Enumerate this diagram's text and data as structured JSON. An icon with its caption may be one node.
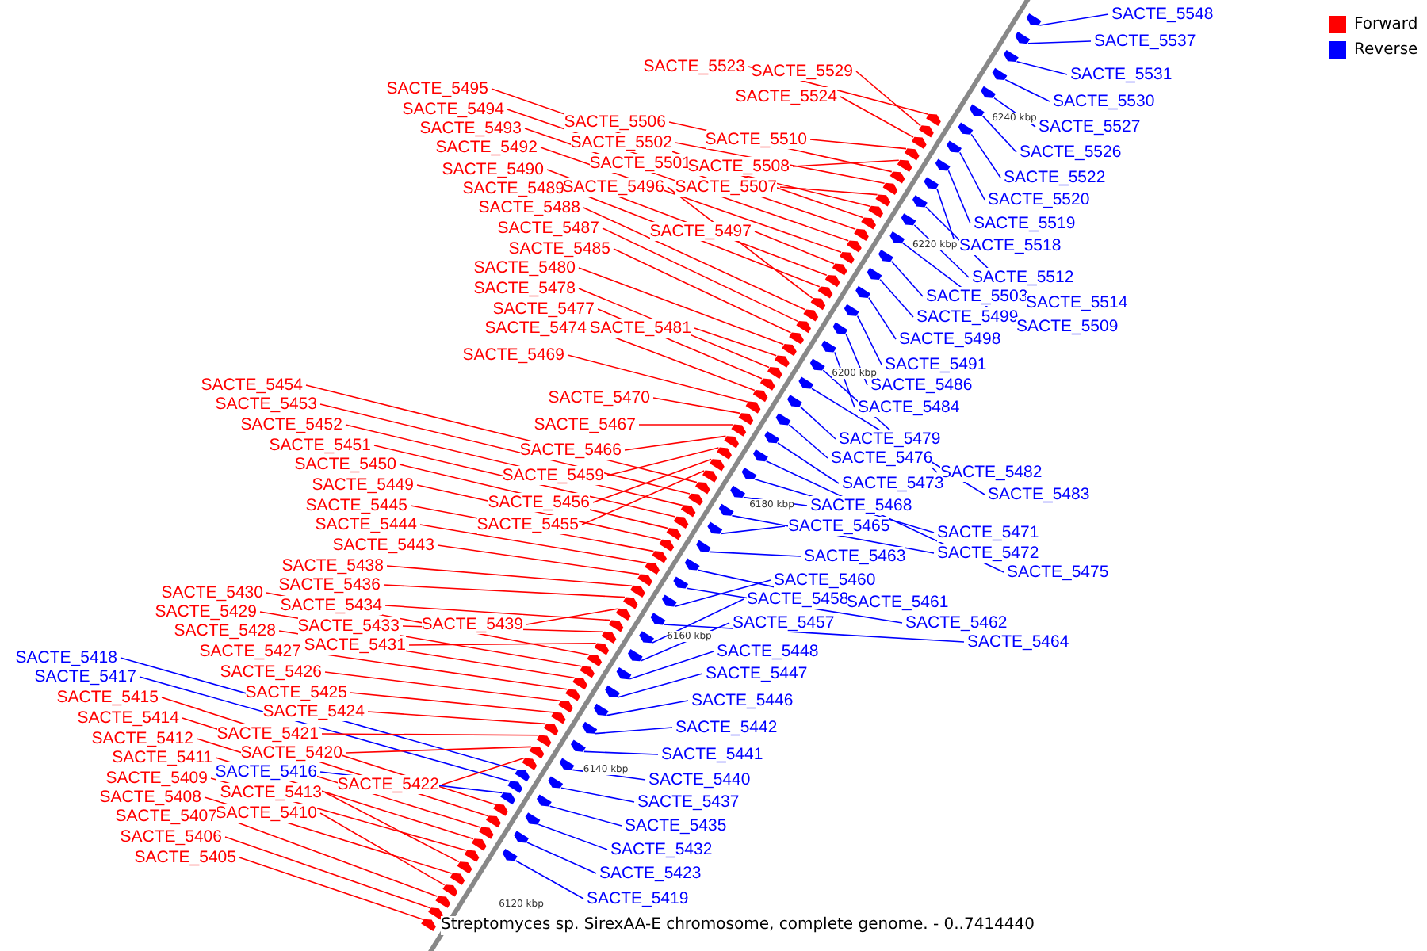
{
  "diagram": {
    "caption": "Streptomyces sp. SirexAA-E chromosome, complete genome. - 0..7414440",
    "nodes": [
      {
        "text": [
          "SACTE_5548"
        ]
      },
      {
        "text": [
          "SACTE_5537"
        ]
      },
      {
        "text": [
          "SACTE_5523"
        ]
      },
      {
        "text": [
          "SACTE_5529"
        ]
      },
      {
        "text": [
          "SACTE_5531"
        ]
      },
      {
        "text": [
          "SACTE_5495"
        ]
      },
      {
        "text": [
          "SACTE_5524"
        ]
      },
      {
        "text": [
          "SACTE_5530"
        ]
      },
      {
        "text": [
          "SACTE_5494"
        ]
      },
      {
        "text": [
          "SACTE_5506"
        ]
      },
      {
        "text": [
          "SACTE_5493"
        ]
      },
      {
        "text": [
          "SACTE_5527"
        ]
      },
      {
        "text": [
          "SACTE_5510"
        ]
      },
      {
        "text": [
          "SACTE_5502"
        ]
      },
      {
        "text": [
          "SACTE_5492"
        ]
      },
      {
        "text": [
          "SACTE_5526"
        ]
      },
      {
        "text": [
          "SACTE_5501"
        ]
      },
      {
        "text": [
          "SACTE_5508"
        ]
      },
      {
        "text": [
          "SACTE_5490"
        ]
      },
      {
        "text": [
          "SACTE_5522"
        ]
      },
      {
        "text": [
          "SACTE_5496"
        ]
      },
      {
        "text": [
          "SACTE_5507"
        ]
      },
      {
        "text": [
          "SACTE_5489"
        ]
      },
      {
        "text": [
          "SACTE_5520"
        ]
      },
      {
        "text": [
          "SACTE_5488"
        ]
      },
      {
        "text": [
          "SACTE_5519"
        ]
      },
      {
        "text": [
          "SACTE_5487"
        ]
      },
      {
        "text": [
          "SACTE_5497"
        ]
      },
      {
        "text": [
          "SACTE_5518"
        ]
      },
      {
        "text": [
          "SACTE_5485"
        ]
      },
      {
        "text": [
          "SACTE_5480"
        ]
      },
      {
        "text": [
          "SACTE_5512"
        ]
      },
      {
        "text": [
          "SACTE_5478"
        ]
      },
      {
        "text": [
          "SACTE_5503"
        ]
      },
      {
        "text": [
          "SACTE_5514"
        ]
      },
      {
        "text": [
          "SACTE_5477"
        ]
      },
      {
        "text": [
          "SACTE_5499"
        ]
      },
      {
        "text": [
          "SACTE_5509"
        ]
      },
      {
        "text": [
          "SACTE_5474"
        ]
      },
      {
        "text": [
          "SACTE_5481"
        ]
      },
      {
        "text": [
          "SACTE_5498"
        ]
      },
      {
        "text": [
          "SACTE_5469"
        ]
      },
      {
        "text": [
          "SACTE_5491"
        ]
      },
      {
        "text": [
          "SACTE_5454"
        ]
      },
      {
        "text": [
          "SACTE_5486"
        ]
      },
      {
        "text": [
          "SACTE_5470"
        ]
      },
      {
        "text": [
          "SACTE_5453"
        ]
      },
      {
        "text": [
          "SACTE_5484"
        ]
      },
      {
        "text": [
          "SACTE_5452"
        ]
      },
      {
        "text": [
          "SACTE_5467"
        ]
      },
      {
        "text": [
          "SACTE_5479"
        ]
      },
      {
        "text": [
          "SACTE_5451"
        ]
      },
      {
        "text": [
          "SACTE_5466"
        ]
      },
      {
        "text": [
          "SACTE_5476"
        ]
      },
      {
        "text": [
          "SACTE_5450"
        ]
      },
      {
        "text": [
          "SACTE_5482"
        ]
      },
      {
        "text": [
          "SACTE_5459"
        ]
      },
      {
        "text": [
          "SACTE_5473"
        ]
      },
      {
        "text": [
          "SACTE_5449"
        ]
      },
      {
        "text": [
          "SACTE_5483"
        ]
      },
      {
        "text": [
          "SACTE_5456"
        ]
      },
      {
        "text": [
          "SACTE_5445"
        ]
      },
      {
        "text": [
          "SACTE_5468"
        ]
      },
      {
        "text": [
          "SACTE_5444"
        ]
      },
      {
        "text": [
          "SACTE_5455"
        ]
      },
      {
        "text": [
          "SACTE_5465"
        ]
      },
      {
        "text": [
          "SACTE_5471"
        ]
      },
      {
        "text": [
          "SACTE_5443"
        ]
      },
      {
        "text": [
          "SACTE_5472"
        ]
      },
      {
        "text": [
          "SACTE_5463"
        ]
      },
      {
        "text": [
          "SACTE_5438"
        ]
      },
      {
        "text": [
          "SACTE_5475"
        ]
      },
      {
        "text": [
          "SACTE_5460"
        ]
      },
      {
        "text": [
          "SACTE_5436"
        ]
      },
      {
        "text": [
          "SACTE_5430"
        ]
      },
      {
        "text": [
          "SACTE_5458"
        ]
      },
      {
        "text": [
          "SACTE_5461"
        ]
      },
      {
        "text": [
          "SACTE_5434"
        ]
      },
      {
        "text": [
          "SACTE_5429"
        ]
      },
      {
        "text": [
          "SACTE_5457"
        ]
      },
      {
        "text": [
          "SACTE_5439"
        ]
      },
      {
        "text": [
          "SACTE_5462"
        ]
      },
      {
        "text": [
          "SACTE_5433"
        ]
      },
      {
        "text": [
          "SACTE_5428"
        ]
      },
      {
        "text": [
          "SACTE_5464"
        ]
      },
      {
        "text": [
          "SACTE_5431"
        ]
      },
      {
        "text": [
          "SACTE_5448"
        ]
      },
      {
        "text": [
          "SACTE_5427"
        ]
      },
      {
        "text": [
          "SACTE_5418"
        ]
      },
      {
        "text": [
          "SACTE_5447"
        ]
      },
      {
        "text": [
          "SACTE_5426"
        ]
      },
      {
        "text": [
          "SACTE_5417"
        ]
      },
      {
        "text": [
          "SACTE_5425"
        ]
      },
      {
        "text": [
          "SACTE_5415"
        ]
      },
      {
        "text": [
          "SACTE_5446"
        ]
      },
      {
        "text": [
          "SACTE_5424"
        ]
      },
      {
        "text": [
          "SACTE_5414"
        ]
      },
      {
        "text": [
          "SACTE_5442"
        ]
      },
      {
        "text": [
          "SACTE_5421"
        ]
      },
      {
        "text": [
          "SACTE_5412"
        ]
      },
      {
        "text": [
          "SACTE_5420"
        ]
      },
      {
        "text": [
          "SACTE_5441"
        ]
      },
      {
        "text": [
          "SACTE_5411"
        ]
      },
      {
        "text": [
          "SACTE_5416"
        ]
      },
      {
        "text": [
          "SACTE_5409"
        ]
      },
      {
        "text": [
          "SACTE_5440"
        ]
      },
      {
        "text": [
          "SACTE_5422"
        ]
      },
      {
        "text": [
          "SACTE_5413"
        ]
      },
      {
        "text": [
          "SACTE_5408"
        ]
      },
      {
        "text": [
          "SACTE_5437"
        ]
      },
      {
        "text": [
          "SACTE_5410"
        ]
      },
      {
        "text": [
          "SACTE_5407"
        ]
      },
      {
        "text": [
          "SACTE_5435"
        ]
      },
      {
        "text": [
          "SACTE_5406"
        ]
      },
      {
        "text": [
          "SACTE_5432"
        ]
      },
      {
        "text": [
          "SACTE_5405"
        ]
      },
      {
        "text": [
          "SACTE_5423"
        ]
      },
      {
        "text": [
          "SACTE_5419"
        ]
      },
      {
        "text": [],
        "shape": "arrow"
      },
      {
        "text": [],
        "shape": "arrow"
      },
      {
        "text": [],
        "shape": "arrow"
      },
      {
        "text": [],
        "shape": "arrow"
      },
      {
        "text": [],
        "shape": "arrow"
      },
      {
        "text": [],
        "shape": "arrow"
      },
      {
        "text": [],
        "shape": "arrow"
      },
      {
        "text": [],
        "shape": "arrow"
      },
      {
        "text": [],
        "shape": "arrow"
      },
      {
        "text": [],
        "shape": "arrow"
      },
      {
        "text": [],
        "shape": "arrow"
      },
      {
        "text": [],
        "shape": "arrow"
      },
      {
        "text": [],
        "shape": "arrow"
      },
      {
        "text": [],
        "shape": "arrow"
      },
      {
        "text": [],
        "shape": "arrow"
      },
      {
        "text": [],
        "shape": "arrow"
      },
      {
        "text": [],
        "shape": "arrow"
      },
      {
        "text": [],
        "shape": "arrow"
      },
      {
        "text": [],
        "shape": "arrow"
      },
      {
        "text": [],
        "shape": "arrow"
      },
      {
        "text": [],
        "shape": "arrow"
      },
      {
        "text": [],
        "shape": "arrow"
      },
      {
        "text": [],
        "shape": "arrow"
      },
      {
        "text": [],
        "shape": "arrow"
      },
      {
        "text": [],
        "shape": "arrow"
      },
      {
        "text": [],
        "shape": "arrow"
      },
      {
        "text": [],
        "shape": "arrow"
      },
      {
        "text": [],
        "shape": "arrow"
      },
      {
        "text": [],
        "shape": "arrow"
      },
      {
        "text": [],
        "shape": "arrow"
      },
      {
        "text": [],
        "shape": "arrow"
      },
      {
        "text": [],
        "shape": "arrow"
      },
      {
        "text": [],
        "shape": "arrow"
      },
      {
        "text": [],
        "shape": "arrow"
      },
      {
        "text": [],
        "shape": "arrow"
      },
      {
        "text": [],
        "shape": "arrow"
      },
      {
        "text": [],
        "shape": "arrow"
      },
      {
        "text": [],
        "shape": "arrow"
      },
      {
        "text": [],
        "shape": "arrow"
      },
      {
        "text": [],
        "shape": "arrow"
      },
      {
        "text": [],
        "shape": "arrow"
      },
      {
        "text": [],
        "shape": "arrow"
      },
      {
        "text": [],
        "shape": "arrow"
      },
      {
        "text": [],
        "shape": "arrow"
      },
      {
        "text": [],
        "shape": "arrow"
      },
      {
        "text": [],
        "shape": "arrow"
      },
      {
        "text": [],
        "shape": "arrow"
      },
      {
        "text": [],
        "shape": "arrow"
      },
      {
        "text": [],
        "shape": "arrow"
      },
      {
        "text": [],
        "shape": "arrow"
      },
      {
        "text": [],
        "shape": "arrow"
      },
      {
        "text": [],
        "shape": "arrow"
      },
      {
        "text": [],
        "shape": "arrow"
      },
      {
        "text": [],
        "shape": "arrow"
      },
      {
        "text": [],
        "shape": "arrow"
      },
      {
        "text": [],
        "shape": "arrow"
      },
      {
        "text": [],
        "shape": "arrow"
      },
      {
        "text": [],
        "shape": "arrow"
      },
      {
        "text": [],
        "shape": "arrow"
      },
      {
        "text": [],
        "shape": "arrow"
      },
      {
        "text": [],
        "shape": "arrow"
      },
      {
        "text": [],
        "shape": "arrow"
      },
      {
        "text": [],
        "shape": "arrow"
      },
      {
        "text": [],
        "shape": "arrow"
      },
      {
        "text": [],
        "shape": "arrow"
      },
      {
        "text": [],
        "shape": "arrow"
      },
      {
        "text": [],
        "shape": "arrow"
      },
      {
        "text": [],
        "shape": "arrow"
      },
      {
        "text": [],
        "shape": "arrow"
      },
      {
        "text": [],
        "shape": "arrow"
      },
      {
        "text": [],
        "shape": "arrow"
      },
      {
        "text": [],
        "shape": "arrow"
      },
      {
        "text": [],
        "shape": "arrow"
      },
      {
        "text": [],
        "shape": "arrow"
      },
      {
        "text": [],
        "shape": "arrow"
      },
      {
        "text": [],
        "shape": "arrow"
      },
      {
        "text": [],
        "shape": "arrow"
      },
      {
        "text": [],
        "shape": "arrow"
      },
      {
        "text": [],
        "shape": "arrow"
      },
      {
        "text": [],
        "shape": "arrow"
      },
      {
        "text": [],
        "shape": "arrow"
      },
      {
        "text": [],
        "shape": "arrow"
      },
      {
        "text": [],
        "shape": "arrow"
      },
      {
        "text": [],
        "shape": "arrow"
      },
      {
        "text": [],
        "shape": "arrow"
      },
      {
        "text": [],
        "shape": "arrow"
      },
      {
        "text": [],
        "shape": "arrow"
      },
      {
        "text": [],
        "shape": "arrow"
      },
      {
        "text": [],
        "shape": "arrow"
      },
      {
        "text": [],
        "shape": "arrow"
      },
      {
        "text": [],
        "shape": "arrow"
      },
      {
        "text": [],
        "shape": "arrow"
      },
      {
        "text": [],
        "shape": "arrow"
      },
      {
        "text": [],
        "shape": "arrow"
      },
      {
        "text": [],
        "shape": "arrow"
      },
      {
        "text": [],
        "shape": "arrow"
      },
      {
        "text": [],
        "shape": "arrow"
      },
      {
        "text": [],
        "shape": "arrow"
      },
      {
        "text": [],
        "shape": "arrow"
      },
      {
        "text": [],
        "shape": "arrow"
      },
      {
        "text": [],
        "shape": "arrow"
      },
      {
        "text": [],
        "shape": "arrow"
      },
      {
        "text": [],
        "shape": "arrow"
      },
      {
        "text": [],
        "shape": "arrow"
      },
      {
        "text": [],
        "shape": "arrow"
      },
      {
        "text": [],
        "shape": "arrow"
      },
      {
        "text": [],
        "shape": "arrow"
      },
      {
        "text": [],
        "shape": "arrow"
      },
      {
        "text": [],
        "shape": "arrow"
      },
      {
        "text": [],
        "shape": "arrow"
      },
      {
        "text": [],
        "shape": "arrow"
      },
      {
        "text": [],
        "shape": "arrow"
      },
      {
        "text": [],
        "shape": "arrow"
      },
      {
        "text": [],
        "shape": "arrow"
      },
      {
        "text": [],
        "shape": "arrow"
      },
      {
        "text": [],
        "shape": "arrow"
      },
      {
        "text": [],
        "shape": "arrow"
      },
      {
        "text": [],
        "shape": "arrow"
      }
    ],
    "edges": [
      {
        "from": 0,
        "to": 118,
        "arrow": "none",
        "color": "#0000ff"
      },
      {
        "from": 1,
        "to": 119,
        "arrow": "none",
        "color": "#0000ff"
      },
      {
        "from": 2,
        "to": 120,
        "arrow": "none"
      },
      {
        "from": 3,
        "to": 121,
        "arrow": "none"
      },
      {
        "from": 4,
        "to": 122,
        "arrow": "none",
        "color": "#0000ff"
      },
      {
        "from": 5,
        "to": 123,
        "arrow": "none"
      },
      {
        "from": 6,
        "to": 124,
        "arrow": "none"
      },
      {
        "from": 7,
        "to": 125,
        "arrow": "none",
        "color": "#0000ff"
      },
      {
        "from": 8,
        "to": 126,
        "arrow": "none"
      },
      {
        "from": 9,
        "to": 127,
        "arrow": "none"
      },
      {
        "from": 10,
        "to": 128,
        "arrow": "none"
      },
      {
        "from": 11,
        "to": 129,
        "arrow": "none",
        "color": "#0000ff"
      },
      {
        "from": 12,
        "to": 130,
        "arrow": "none"
      },
      {
        "from": 13,
        "to": 131,
        "arrow": "none"
      },
      {
        "from": 14,
        "to": 132,
        "arrow": "none"
      },
      {
        "from": 15,
        "to": 133,
        "arrow": "none",
        "color": "#0000ff"
      },
      {
        "from": 16,
        "to": 134,
        "arrow": "none"
      },
      {
        "from": 17,
        "to": 135,
        "arrow": "none"
      },
      {
        "from": 18,
        "to": 136,
        "arrow": "none"
      },
      {
        "from": 19,
        "to": 137,
        "arrow": "none",
        "color": "#0000ff"
      },
      {
        "from": 20,
        "to": 138,
        "arrow": "none"
      },
      {
        "from": 21,
        "to": 139,
        "arrow": "none"
      },
      {
        "from": 22,
        "to": 140,
        "arrow": "none"
      },
      {
        "from": 23,
        "to": 141,
        "arrow": "none",
        "color": "#0000ff"
      },
      {
        "from": 24,
        "to": 142,
        "arrow": "none"
      },
      {
        "from": 25,
        "to": 143,
        "arrow": "none",
        "color": "#0000ff"
      },
      {
        "from": 26,
        "to": 144,
        "arrow": "none"
      },
      {
        "from": 27,
        "to": 145,
        "arrow": "none"
      },
      {
        "from": 28,
        "to": 146,
        "arrow": "none",
        "color": "#0000ff"
      },
      {
        "from": 29,
        "to": 147,
        "arrow": "none"
      },
      {
        "from": 30,
        "to": 148,
        "arrow": "none"
      },
      {
        "from": 31,
        "to": 149,
        "arrow": "none",
        "color": "#0000ff"
      },
      {
        "from": 32,
        "to": 150,
        "arrow": "none"
      },
      {
        "from": 33,
        "to": 151,
        "arrow": "none",
        "color": "#0000ff"
      },
      {
        "from": 34,
        "to": 152,
        "arrow": "none",
        "color": "#0000ff"
      },
      {
        "from": 35,
        "to": 153,
        "arrow": "none"
      },
      {
        "from": 36,
        "to": 154,
        "arrow": "none",
        "color": "#0000ff"
      },
      {
        "from": 37,
        "to": 155,
        "arrow": "none",
        "color": "#0000ff"
      },
      {
        "from": 38,
        "to": 156,
        "arrow": "none"
      },
      {
        "from": 39,
        "to": 157,
        "arrow": "none"
      },
      {
        "from": 40,
        "to": 158,
        "arrow": "none",
        "color": "#0000ff"
      },
      {
        "from": 41,
        "to": 159,
        "arrow": "none"
      },
      {
        "from": 42,
        "to": 160,
        "arrow": "none",
        "color": "#0000ff"
      },
      {
        "from": 43,
        "to": 161,
        "arrow": "none"
      },
      {
        "from": 44,
        "to": 162,
        "arrow": "none",
        "color": "#0000ff"
      },
      {
        "from": 45,
        "to": 163,
        "arrow": "none"
      },
      {
        "from": 46,
        "to": 164,
        "arrow": "none"
      },
      {
        "from": 47,
        "to": 165,
        "arrow": "none",
        "color": "#0000ff"
      },
      {
        "from": 48,
        "to": 166,
        "arrow": "none"
      },
      {
        "from": 49,
        "to": 167,
        "arrow": "none"
      },
      {
        "from": 50,
        "to": 168,
        "arrow": "none",
        "color": "#0000ff"
      },
      {
        "from": 51,
        "to": 169,
        "arrow": "none"
      },
      {
        "from": 52,
        "to": 170,
        "arrow": "none"
      },
      {
        "from": 53,
        "to": 171,
        "arrow": "none",
        "color": "#0000ff"
      },
      {
        "from": 54,
        "to": 172,
        "arrow": "none"
      },
      {
        "from": 55,
        "to": 173,
        "arrow": "none",
        "color": "#0000ff"
      },
      {
        "from": 56,
        "to": 174,
        "arrow": "none"
      },
      {
        "from": 57,
        "to": 175,
        "arrow": "none",
        "color": "#0000ff"
      },
      {
        "from": 58,
        "to": 176,
        "arrow": "none"
      },
      {
        "from": 59,
        "to": 177,
        "arrow": "none",
        "color": "#0000ff"
      },
      {
        "from": 60,
        "to": 178,
        "arrow": "none"
      },
      {
        "from": 61,
        "to": 179,
        "arrow": "none"
      },
      {
        "from": 62,
        "to": 180,
        "arrow": "none",
        "color": "#0000ff"
      },
      {
        "from": 63,
        "to": 181,
        "arrow": "none"
      },
      {
        "from": 64,
        "to": 182,
        "arrow": "none"
      },
      {
        "from": 65,
        "to": 183,
        "arrow": "none",
        "color": "#0000ff"
      },
      {
        "from": 66,
        "to": 184,
        "arrow": "none",
        "color": "#0000ff"
      },
      {
        "from": 67,
        "to": 185,
        "arrow": "none"
      },
      {
        "from": 68,
        "to": 186,
        "arrow": "none",
        "color": "#0000ff"
      },
      {
        "from": 69,
        "to": 187,
        "arrow": "none",
        "color": "#0000ff"
      },
      {
        "from": 70,
        "to": 188,
        "arrow": "none"
      },
      {
        "from": 71,
        "to": 189,
        "arrow": "none",
        "color": "#0000ff"
      },
      {
        "from": 72,
        "to": 190,
        "arrow": "none",
        "color": "#0000ff"
      },
      {
        "from": 73,
        "to": 191,
        "arrow": "none"
      },
      {
        "from": 74,
        "to": 192,
        "arrow": "none"
      },
      {
        "from": 75,
        "to": 193,
        "arrow": "none",
        "color": "#0000ff"
      },
      {
        "from": 76,
        "to": 194,
        "arrow": "none",
        "color": "#0000ff"
      },
      {
        "from": 77,
        "to": 195,
        "arrow": "none"
      },
      {
        "from": 78,
        "to": 196,
        "arrow": "none"
      },
      {
        "from": 79,
        "to": 197,
        "arrow": "none",
        "color": "#0000ff"
      },
      {
        "from": 80,
        "to": 198,
        "arrow": "none"
      },
      {
        "from": 81,
        "to": 199,
        "arrow": "none",
        "color": "#0000ff"
      },
      {
        "from": 82,
        "to": 200,
        "arrow": "none"
      },
      {
        "from": 83,
        "to": 201,
        "arrow": "none"
      },
      {
        "from": 84,
        "to": 202,
        "arrow": "none",
        "color": "#0000ff"
      },
      {
        "from": 85,
        "to": 203,
        "arrow": "none"
      },
      {
        "from": 86,
        "to": 204,
        "arrow": "none",
        "color": "#0000ff"
      },
      {
        "from": 87,
        "to": 205,
        "arrow": "none"
      },
      {
        "from": 88,
        "to": 206,
        "arrow": "none",
        "color": "#0000ff"
      },
      {
        "from": 89,
        "to": 207,
        "arrow": "none",
        "color": "#0000ff"
      },
      {
        "from": 90,
        "to": 208,
        "arrow": "none"
      },
      {
        "from": 91,
        "to": 209,
        "arrow": "none",
        "color": "#0000ff"
      },
      {
        "from": 92,
        "to": 210,
        "arrow": "none"
      },
      {
        "from": 93,
        "to": 211,
        "arrow": "none"
      },
      {
        "from": 94,
        "to": 212,
        "arrow": "none",
        "color": "#0000ff"
      },
      {
        "from": 95,
        "to": 213,
        "arrow": "none"
      },
      {
        "from": 96,
        "to": 214,
        "arrow": "none"
      },
      {
        "from": 97,
        "to": 215,
        "arrow": "none",
        "color": "#0000ff"
      },
      {
        "from": 98,
        "to": 216,
        "arrow": "none"
      },
      {
        "from": 99,
        "to": 217,
        "arrow": "none"
      },
      {
        "from": 100,
        "to": 218,
        "arrow": "none"
      },
      {
        "from": 101,
        "to": 219,
        "arrow": "none",
        "color": "#0000ff"
      },
      {
        "from": 102,
        "to": 220,
        "arrow": "none"
      },
      {
        "from": 103,
        "to": 221,
        "arrow": "none",
        "color": "#0000ff"
      },
      {
        "from": 104,
        "to": 222,
        "arrow": "none"
      },
      {
        "from": 105,
        "to": 223,
        "arrow": "none",
        "color": "#0000ff"
      },
      {
        "from": 106,
        "to": 224,
        "arrow": "none"
      },
      {
        "from": 107,
        "to": 225,
        "arrow": "none"
      },
      {
        "from": 108,
        "to": 226,
        "arrow": "none"
      },
      {
        "from": 109,
        "to": 227,
        "arrow": "none",
        "color": "#0000ff"
      },
      {
        "from": 110,
        "to": 228,
        "arrow": "none"
      },
      {
        "from": 111,
        "to": 229,
        "arrow": "none"
      },
      {
        "from": 112,
        "to": 230,
        "arrow": "none",
        "color": "#0000ff"
      },
      {
        "from": 113,
        "to": 231,
        "arrow": "none"
      },
      {
        "from": 114,
        "to": 232,
        "arrow": "none",
        "color": "#0000ff"
      },
      {
        "from": 115,
        "to": 233,
        "arrow": "none"
      },
      {
        "from": 116,
        "to": 234,
        "arrow": "none",
        "color": "#0000ff"
      },
      {
        "from": 117,
        "to": 235,
        "arrow": "none",
        "color": "#0000ff"
      }
    ],
    "labels": [
      "6240 kbp",
      "6220 kbp",
      "6200 kbp",
      "6180 kbp",
      "6160 kbp",
      "6140 kbp",
      "6120 kbp"
    ],
    "legend": [
      {
        "text": "Forward",
        "color": "#ff0000"
      },
      {
        "text": "Reverse",
        "color": "#0000ff"
      }
    ]
  }
}
